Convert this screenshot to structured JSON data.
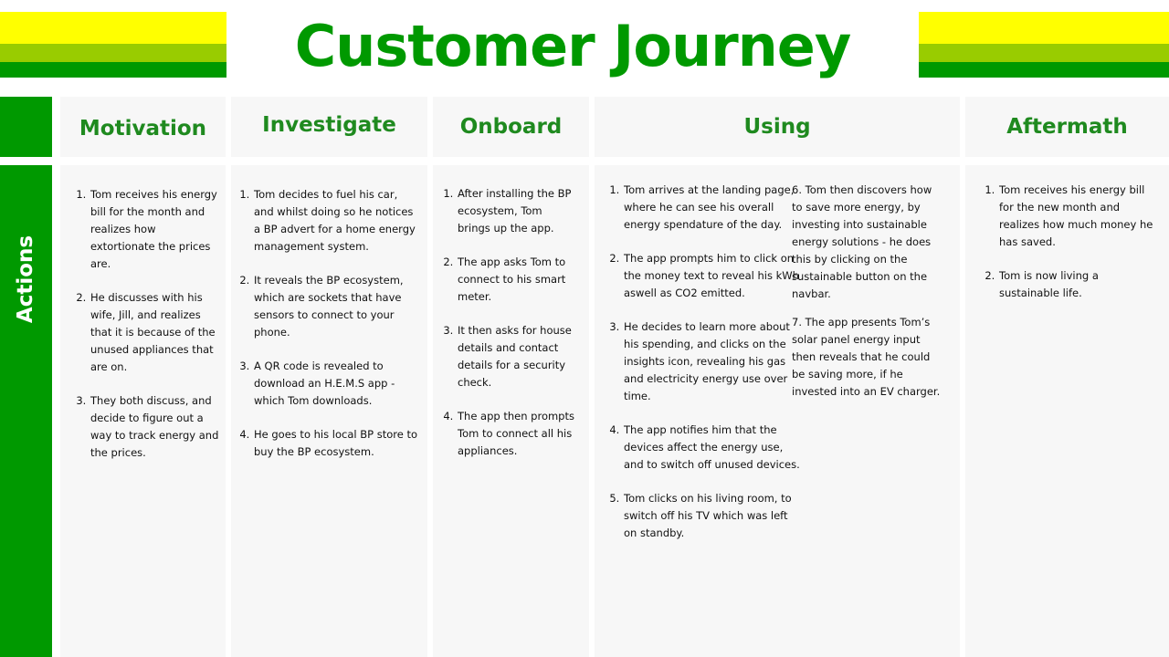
{
  "title": "Customer Journey",
  "colors": {
    "brand_green": "#009900",
    "yellow": "#ffff00",
    "lime": "#99cc00",
    "header_text": "#1f8a1f",
    "cell_background": "#f7f7f7"
  },
  "row_label": "Actions",
  "stages": [
    {
      "name": "Motivation",
      "actions": [
        "Tom receives his energy bill for the month and realizes how extortionate the prices are.",
        "He discusses with his wife, Jill, and realizes that it is because of the unused appliances that are on.",
        "They both discuss, and decide to figure out a way to track energy and the prices."
      ]
    },
    {
      "name": "Investigate",
      "actions": [
        "Tom decides to fuel his car, and whilst doing so he notices a BP advert for a home energy management system.",
        "It reveals the BP ecosystem, which are sockets that have sensors to connect to your phone.",
        "A QR code is revealed to download an H.E.M.S app - which Tom downloads.",
        "He goes to his local BP store to buy the BP ecosystem."
      ]
    },
    {
      "name": "Onboard",
      "actions": [
        "After installing the BP ecosystem, Tom brings up the app.",
        "The app asks Tom to connect to his smart meter.",
        "It then asks for house details and contact details for a security check.",
        "The app then prompts Tom to connect all his appliances."
      ]
    },
    {
      "name": "Using",
      "actions": [
        "Tom arrives at the landing page, where he can see his overall energy spendature of the day.",
        "The app prompts him to click on the money text to reveal his kWh aswell as CO2 emitted.",
        "He decides to learn more about his spending, and clicks on the insights icon, revealing his gas and electricity energy use over time.",
        "The app notifies him that the devices affect the energy use, and to switch off unused devices.",
        "Tom clicks on his living room, to switch off his TV which was left on standby."
      ],
      "extra_actions": [
        "6. Tom then discovers how to save more energy, by investing into sustainable energy solutions - he does this by clicking on the sustainable button on the navbar.",
        "7. The app presents Tom’s solar panel energy input then reveals that he could be saving more, if he invested into an EV charger."
      ]
    },
    {
      "name": "Aftermath",
      "actions": [
        "Tom receives his energy bill for the new month and realizes how much money he has saved.",
        "Tom is now living a sustainable life."
      ]
    }
  ]
}
